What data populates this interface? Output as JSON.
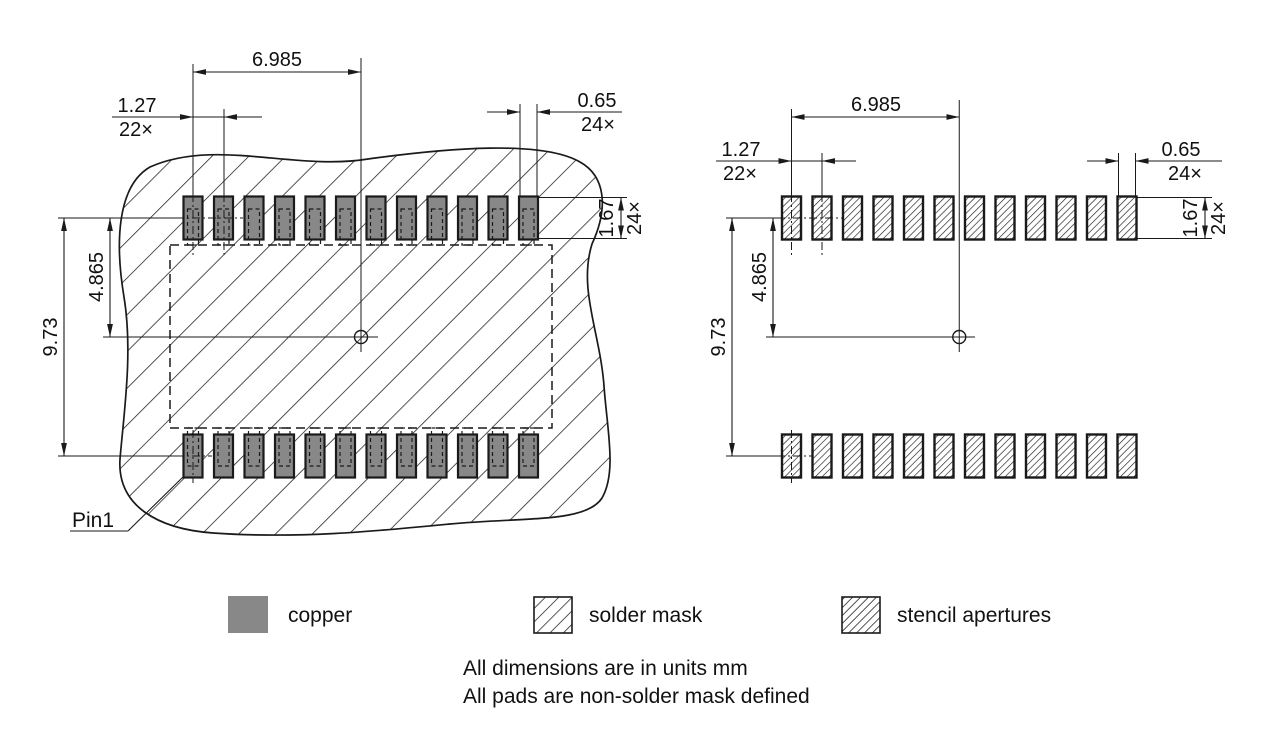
{
  "drawing": {
    "dims": {
      "pitch_span": "6.985",
      "pitch": "1.27",
      "pitch_count": "22×",
      "pad_width": "0.65",
      "pad_width_count": "24×",
      "pad_height": "1.67",
      "pad_height_count": "24×",
      "row_center_offset": "4.865",
      "row_span": "9.73",
      "pin1_label": "Pin1"
    },
    "legend": {
      "copper": "copper",
      "solder_mask": "solder mask",
      "stencil": "stencil apertures"
    },
    "notes": {
      "line1": "All dimensions are in units mm",
      "line2": "All pads are non-solder mask defined"
    },
    "colors": {
      "copper_fill": "#888888",
      "line": "#1a1a1a",
      "background": "#ffffff"
    }
  }
}
